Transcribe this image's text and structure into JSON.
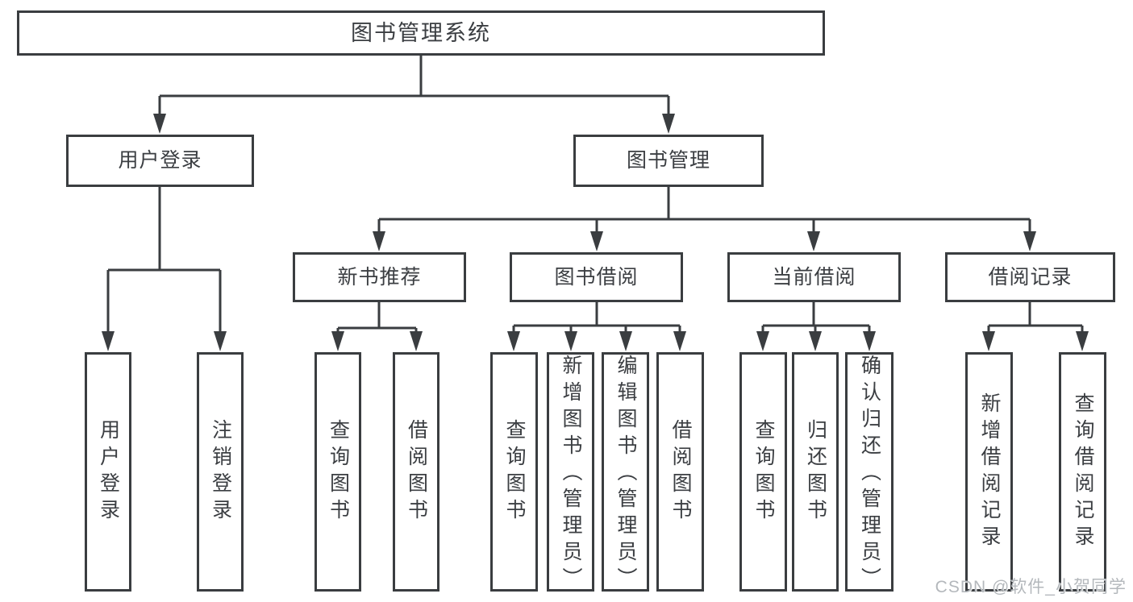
{
  "tree": {
    "root": {
      "label": "图书管理系统"
    },
    "user_login": {
      "label": "用户登录",
      "children": [
        {
          "label": "用户登录"
        },
        {
          "label": "注销登录"
        }
      ]
    },
    "book_mgmt": {
      "label": "图书管理",
      "sections": [
        {
          "label": "新书推荐",
          "children": [
            {
              "label": "查询图书"
            },
            {
              "label": "借阅图书"
            }
          ]
        },
        {
          "label": "图书借阅",
          "children": [
            {
              "label": "查询图书"
            },
            {
              "label": "新增图书（管理员）"
            },
            {
              "label": "编辑图书（管理员）"
            },
            {
              "label": "借阅图书"
            }
          ]
        },
        {
          "label": "当前借阅",
          "children": [
            {
              "label": "查询图书"
            },
            {
              "label": "归还图书"
            },
            {
              "label": "确认归还（管理员）"
            }
          ]
        },
        {
          "label": "借阅记录",
          "children": [
            {
              "label": "新增借阅记录"
            },
            {
              "label": "查询借阅记录"
            }
          ]
        }
      ]
    }
  },
  "watermark": {
    "text": "CSDN @软件_小贺同学"
  },
  "colors": {
    "line": "#3a3d40",
    "text": "#3b3e42",
    "watermark": "#b4b8bc",
    "background": "#ffffff"
  }
}
